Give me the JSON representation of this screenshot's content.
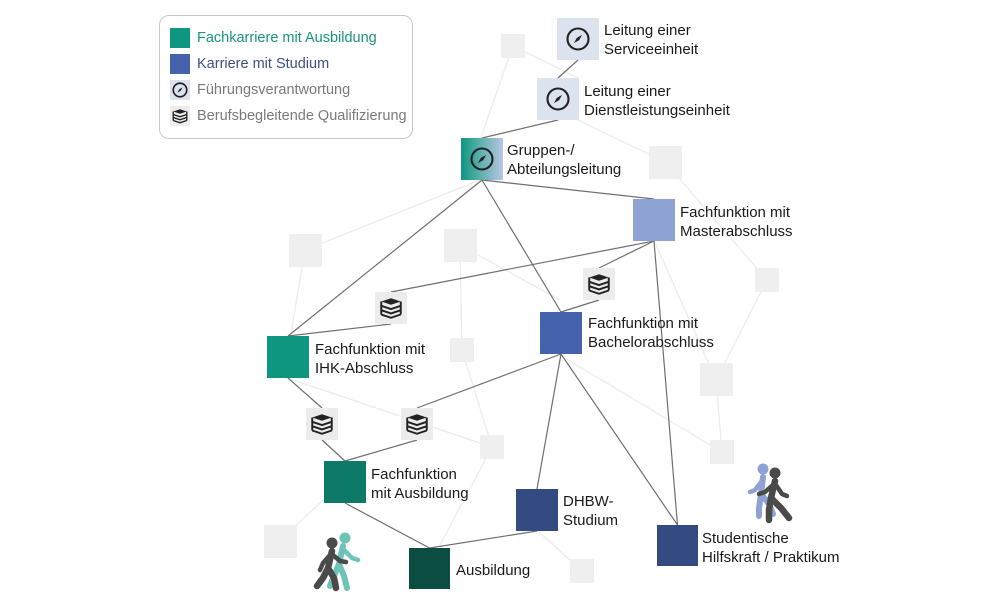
{
  "legend": {
    "items": [
      {
        "label": "Fachkarriere mit Ausbildung",
        "type": "swatch",
        "color": "#0e9680",
        "text_color": "#17957d"
      },
      {
        "label": "Karriere mit Studium",
        "type": "swatch",
        "color": "#4563ad",
        "text_color": "#3c4f8a"
      },
      {
        "label": "Führungsverantwortung",
        "type": "icon",
        "icon": "compass-icon",
        "text_color": "#7a7a7a"
      },
      {
        "label": "Berufsbegleitende Qualifizierung",
        "type": "icon",
        "icon": "books-icon",
        "text_color": "#7a7a7a"
      }
    ]
  },
  "colors": {
    "teal_light": "#0e9680",
    "teal_mid": "#0d7a67",
    "teal_dark": "#0b4d41",
    "blue_light": "#8ea3d3",
    "blue_mid": "#4563ad",
    "blue_dark": "#344b82",
    "lead_bg": "#dde2ef",
    "ghost": "#efefef",
    "edge": "#6f6f6f",
    "edge_faint": "#ececec"
  },
  "nodes": {
    "service_lead": {
      "line1": "Leitung einer",
      "line2": "Serviceeinheit",
      "kind": "leadership"
    },
    "dienst_lead": {
      "line1": "Leitung einer",
      "line2": "Dienstleistungseinheit",
      "kind": "leadership"
    },
    "group_lead": {
      "line1": "Gruppen-/",
      "line2": "Abteilungsleitung",
      "kind": "leadership"
    },
    "master": {
      "line1": "Fachfunktion mit",
      "line2": "Masterabschluss",
      "kind": "studium"
    },
    "bachelor": {
      "line1": "Fachfunktion mit",
      "line2": "Bachelorabschluss",
      "kind": "studium"
    },
    "ihk": {
      "line1": "Fachfunktion mit",
      "line2": "IHK-Abschluss",
      "kind": "ausbildung"
    },
    "fach_ausb": {
      "line1": "Fachfunktion",
      "line2": "mit Ausbildung",
      "kind": "ausbildung"
    },
    "dhbw": {
      "line1": "DHBW-",
      "line2": "Studium",
      "kind": "studium"
    },
    "student": {
      "line1": "Studentische",
      "line2": "Hilfskraft / Praktikum",
      "kind": "studium"
    },
    "ausbildung": {
      "line1": "Ausbildung",
      "line2": "",
      "kind": "ausbildung"
    }
  },
  "edges": [
    [
      "service_lead",
      "dienst_lead"
    ],
    [
      "dienst_lead",
      "group_lead"
    ],
    [
      "group_lead",
      "master"
    ],
    [
      "group_lead",
      "ihk"
    ],
    [
      "group_lead",
      "bachelor"
    ],
    [
      "master",
      "books_b"
    ],
    [
      "books_b",
      "bachelor"
    ],
    [
      "master",
      "books_a"
    ],
    [
      "books_a",
      "ihk"
    ],
    [
      "master",
      "student"
    ],
    [
      "ihk",
      "books_c"
    ],
    [
      "books_c",
      "fach_ausb"
    ],
    [
      "bachelor",
      "books_d"
    ],
    [
      "books_d",
      "fach_ausb"
    ],
    [
      "bachelor",
      "dhbw"
    ],
    [
      "bachelor",
      "student"
    ],
    [
      "fach_ausb",
      "ausbildung"
    ],
    [
      "dhbw",
      "ausbildung"
    ]
  ],
  "icons": {
    "leadership": "compass-icon",
    "qualification": "books-icon",
    "walkers": "walking-people-icon"
  }
}
